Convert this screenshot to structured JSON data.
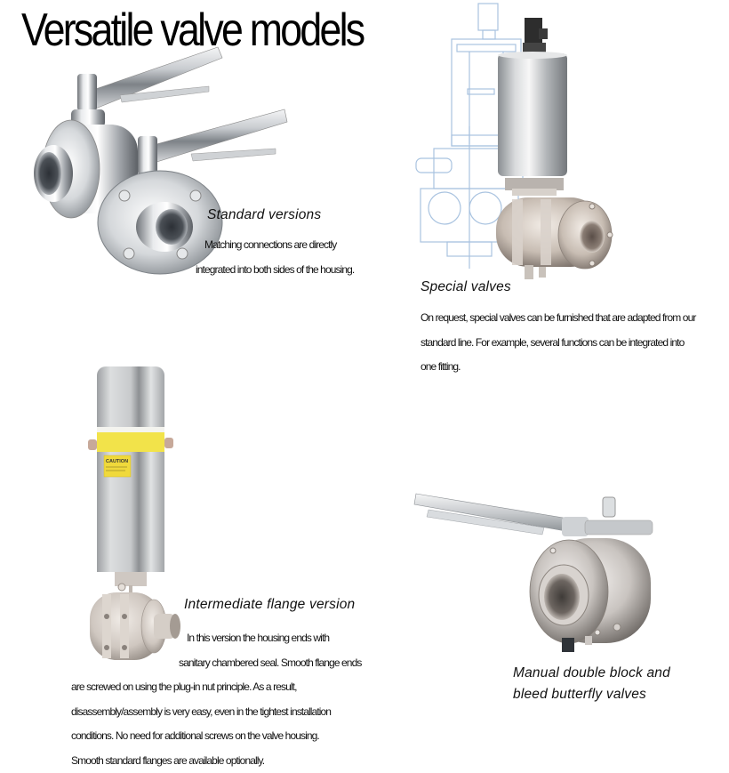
{
  "page": {
    "title": "Versatile valve models"
  },
  "sections": [
    {
      "id": "standard",
      "caption": "Standard versions",
      "body_lines": [
        "Matching connections are directly",
        "integrated into both sides of the housing."
      ],
      "image": "manual-butterfly-valves-with-lever-handles"
    },
    {
      "id": "special",
      "caption": "Special valves",
      "body_lines": [
        "On request, special valves can be furnished that are adapted from our",
        "standard line.  For example, several functions can be integrated into",
        "one fitting."
      ],
      "image": "actuated-valve-with-technical-drawing"
    },
    {
      "id": "intermediate",
      "caption": "Intermediate flange version",
      "body_lines": [
        "In this version the housing ends with",
        "sanitary chambered seal.  Smooth flange ends",
        "are screwed on using the plug-in nut principle.  As a result,",
        "disassembly/assembly is very easy, even in the tightest installation",
        "conditions.  No need for additional screws on the valve housing.",
        "Smooth standard flanges are available optionally."
      ],
      "image": "actuated-intermediate-flange-valve",
      "label_text": "CAUTION"
    },
    {
      "id": "manual-double",
      "caption_lines": [
        "Manual double block and",
        "bleed butterfly valves"
      ],
      "image": "manual-double-block-bleed-valve"
    }
  ],
  "colors": {
    "text": "#000000",
    "caution_band": "#f2e34a",
    "drawing_line": "#a9c3e0"
  }
}
